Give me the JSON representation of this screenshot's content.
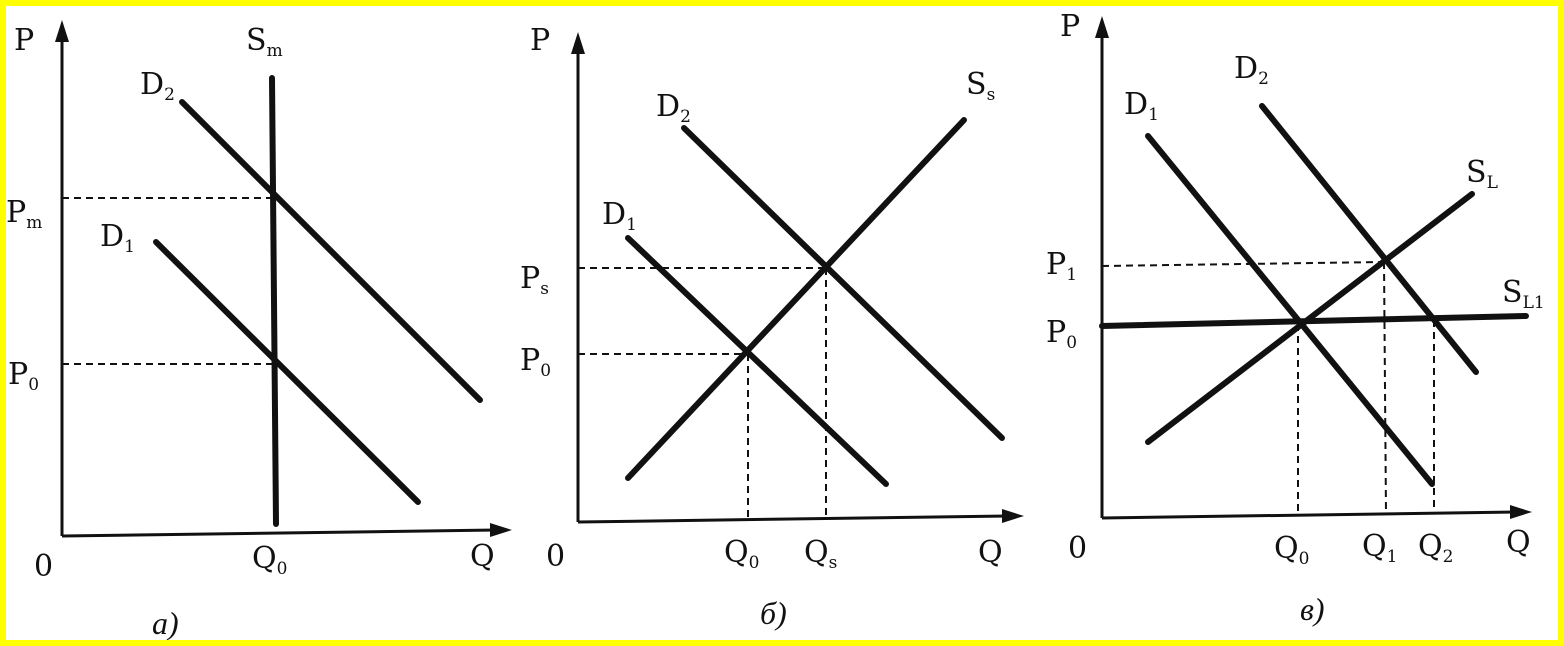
{
  "colors": {
    "border": "#ffff00",
    "ink": "#111111",
    "paper": "#ffffff"
  },
  "panels": [
    {
      "caption": "а)",
      "axes": {
        "y": "P",
        "x": "Q",
        "origin": "0"
      },
      "curves": [
        {
          "main": "D",
          "sub": "1"
        },
        {
          "main": "D",
          "sub": "2"
        },
        {
          "main": "S",
          "sub": "m"
        }
      ],
      "y_ticks": [
        {
          "main": "P",
          "sub": "m"
        },
        {
          "main": "P",
          "sub": "0"
        }
      ],
      "x_ticks": [
        {
          "main": "Q",
          "sub": "0"
        }
      ]
    },
    {
      "caption": "б)",
      "axes": {
        "y": "P",
        "x": "Q",
        "origin": "0"
      },
      "curves": [
        {
          "main": "D",
          "sub": "1"
        },
        {
          "main": "D",
          "sub": "2"
        },
        {
          "main": "S",
          "sub": "s"
        }
      ],
      "y_ticks": [
        {
          "main": "P",
          "sub": "s"
        },
        {
          "main": "P",
          "sub": "0"
        }
      ],
      "x_ticks": [
        {
          "main": "Q",
          "sub": "0"
        },
        {
          "main": "Q",
          "sub": "s"
        }
      ]
    },
    {
      "caption": "в)",
      "axes": {
        "y": "P",
        "x": "Q",
        "origin": "0"
      },
      "curves": [
        {
          "main": "D",
          "sub": "1"
        },
        {
          "main": "D",
          "sub": "2"
        },
        {
          "main": "S",
          "sub": "L"
        },
        {
          "main": "S",
          "sub": "L1"
        }
      ],
      "y_ticks": [
        {
          "main": "P",
          "sub": "1"
        },
        {
          "main": "P",
          "sub": "0"
        }
      ],
      "x_ticks": [
        {
          "main": "Q",
          "sub": "0"
        },
        {
          "main": "Q",
          "sub": "1"
        },
        {
          "main": "Q",
          "sub": "2"
        }
      ]
    }
  ]
}
